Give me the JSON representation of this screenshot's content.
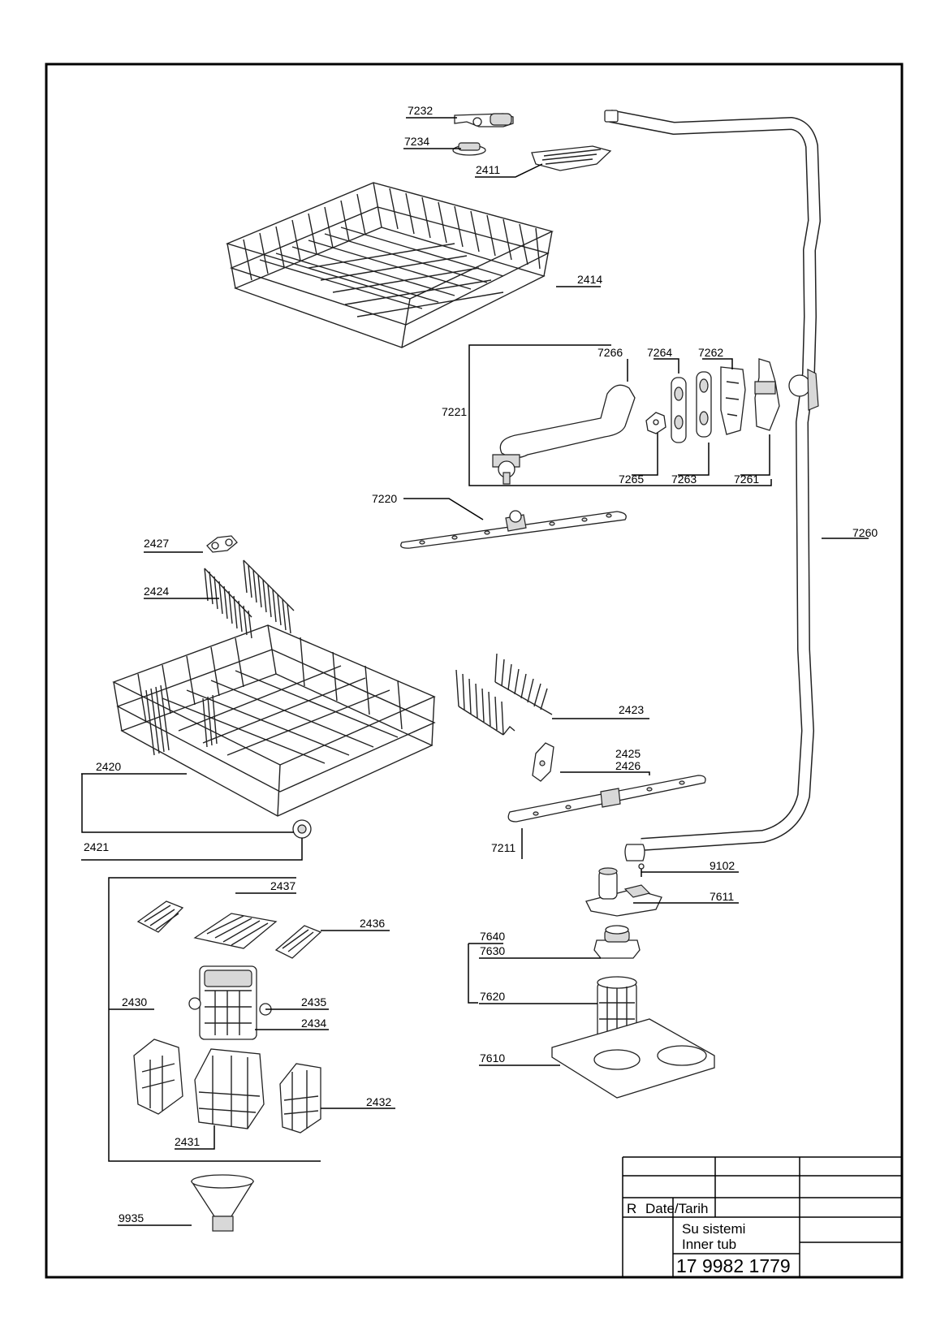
{
  "labels": {
    "p7232": "7232",
    "p7234": "7234",
    "p2411": "2411",
    "p2414": "2414",
    "p7266": "7266",
    "p7264": "7264",
    "p7262": "7262",
    "p7221": "7221",
    "p7265": "7265",
    "p7263": "7263",
    "p7261": "7261",
    "p7220": "7220",
    "p7260": "7260",
    "p2427": "2427",
    "p2424": "2424",
    "p2423": "2423",
    "p2425": "2425",
    "p2426": "2426",
    "p2420": "2420",
    "p2421": "2421",
    "p7211": "7211",
    "p9102": "9102",
    "p7611": "7611",
    "p2437": "2437",
    "p2436": "2436",
    "p7640": "7640",
    "p7630": "7630",
    "p2430": "2430",
    "p2435": "2435",
    "p2434": "2434",
    "p7620": "7620",
    "p7610": "7610",
    "p2432": "2432",
    "p2431": "2431",
    "p9935": "9935"
  },
  "title_block": {
    "revision": "R",
    "date_label": "Date/Tarih",
    "title_tr": "Su sistemi",
    "title_en": "Inner tub",
    "part_number": "17 9982 1779"
  }
}
